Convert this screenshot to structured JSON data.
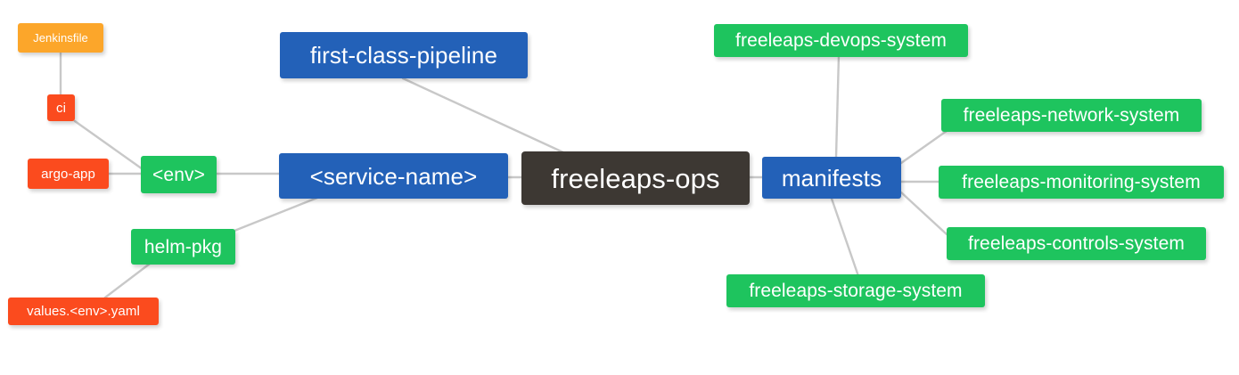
{
  "diagram": {
    "type": "mindmap",
    "root_label": "freeleaps-ops",
    "colors": {
      "root": "#3d3833",
      "blue": "#2361b8",
      "green": "#1ec45e",
      "red": "#fb4b1e",
      "orange": "#fca62a",
      "edge": "#c8c8c8",
      "background": "#ffffff",
      "text": "#ffffff"
    },
    "nodes": {
      "root": {
        "label": "freeleaps-ops"
      },
      "first_class_pipeline": {
        "label": "first-class-pipeline"
      },
      "service_name": {
        "label": "<service-name>"
      },
      "env": {
        "label": "<env>"
      },
      "ci": {
        "label": "ci"
      },
      "jenkinsfile": {
        "label": "Jenkinsfile"
      },
      "argo_app": {
        "label": "argo-app"
      },
      "helm_pkg": {
        "label": "helm-pkg"
      },
      "values_yaml": {
        "label": "values.<env>.yaml"
      },
      "manifests": {
        "label": "manifests"
      },
      "devops_system": {
        "label": "freeleaps-devops-system"
      },
      "network_system": {
        "label": "freeleaps-network-system"
      },
      "monitoring_system": {
        "label": "freeleaps-monitoring-system"
      },
      "controls_system": {
        "label": "freeleaps-controls-system"
      },
      "storage_system": {
        "label": "freeleaps-storage-system"
      }
    },
    "edges": [
      {
        "from": "first_class_pipeline",
        "to": "root"
      },
      {
        "from": "service_name",
        "to": "root"
      },
      {
        "from": "env",
        "to": "service_name"
      },
      {
        "from": "ci",
        "to": "env"
      },
      {
        "from": "jenkinsfile",
        "to": "ci"
      },
      {
        "from": "argo_app",
        "to": "env"
      },
      {
        "from": "helm_pkg",
        "to": "service_name"
      },
      {
        "from": "values_yaml",
        "to": "helm_pkg"
      },
      {
        "from": "manifests",
        "to": "root"
      },
      {
        "from": "devops_system",
        "to": "manifests"
      },
      {
        "from": "network_system",
        "to": "manifests"
      },
      {
        "from": "monitoring_system",
        "to": "manifests"
      },
      {
        "from": "controls_system",
        "to": "manifests"
      },
      {
        "from": "storage_system",
        "to": "manifests"
      }
    ]
  }
}
